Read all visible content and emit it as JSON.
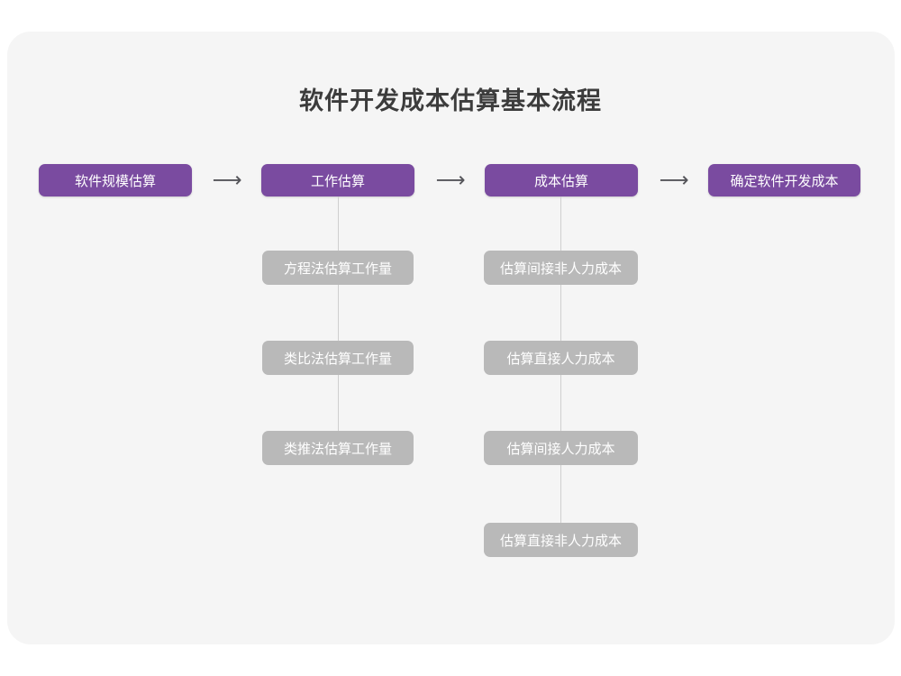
{
  "title": "软件开发成本估算基本流程",
  "colors": {
    "page_background": "#ffffff",
    "card_background": "#f5f5f5",
    "stage_purple": "#7a4ba0",
    "substep_gray": "#b9b9b9",
    "connector_gray": "#cfcfcf",
    "title_text": "#3c3c3c",
    "box_text": "#ffffff",
    "arrow": "#55555a"
  },
  "chart_data": {
    "type": "diagram",
    "title": "软件开发成本估算基本流程",
    "stages": [
      {
        "label": "软件规模估算",
        "substeps": []
      },
      {
        "label": "工作估算",
        "substeps": [
          "方程法估算工作量",
          "类比法估算工作量",
          "类推法估算工作量"
        ]
      },
      {
        "label": "成本估算",
        "substeps": [
          "估算间接非人力成本",
          "估算直接人力成本",
          "估算间接人力成本",
          "估算直接非人力成本"
        ]
      },
      {
        "label": "确定软件开发成本",
        "substeps": []
      }
    ],
    "connectors": [
      {
        "from": "软件规模估算",
        "to": "工作估算",
        "glyph": "⟶"
      },
      {
        "from": "工作估算",
        "to": "成本估算",
        "glyph": "⟶"
      },
      {
        "from": "成本估算",
        "to": "确定软件开发成本",
        "glyph": "⟶"
      }
    ]
  },
  "stages": [
    {
      "label": "软件规模估算"
    },
    {
      "label": "工作估算"
    },
    {
      "label": "成本估算"
    },
    {
      "label": "确定软件开发成本"
    }
  ],
  "arrows": [
    {
      "glyph": "⟶"
    },
    {
      "glyph": "⟶"
    },
    {
      "glyph": "⟶"
    }
  ],
  "work_substeps": [
    {
      "label": "方程法估算工作量"
    },
    {
      "label": "类比法估算工作量"
    },
    {
      "label": "类推法估算工作量"
    }
  ],
  "cost_substeps": [
    {
      "label": "估算间接非人力成本"
    },
    {
      "label": "估算直接人力成本"
    },
    {
      "label": "估算间接人力成本"
    },
    {
      "label": "估算直接非人力成本"
    }
  ]
}
